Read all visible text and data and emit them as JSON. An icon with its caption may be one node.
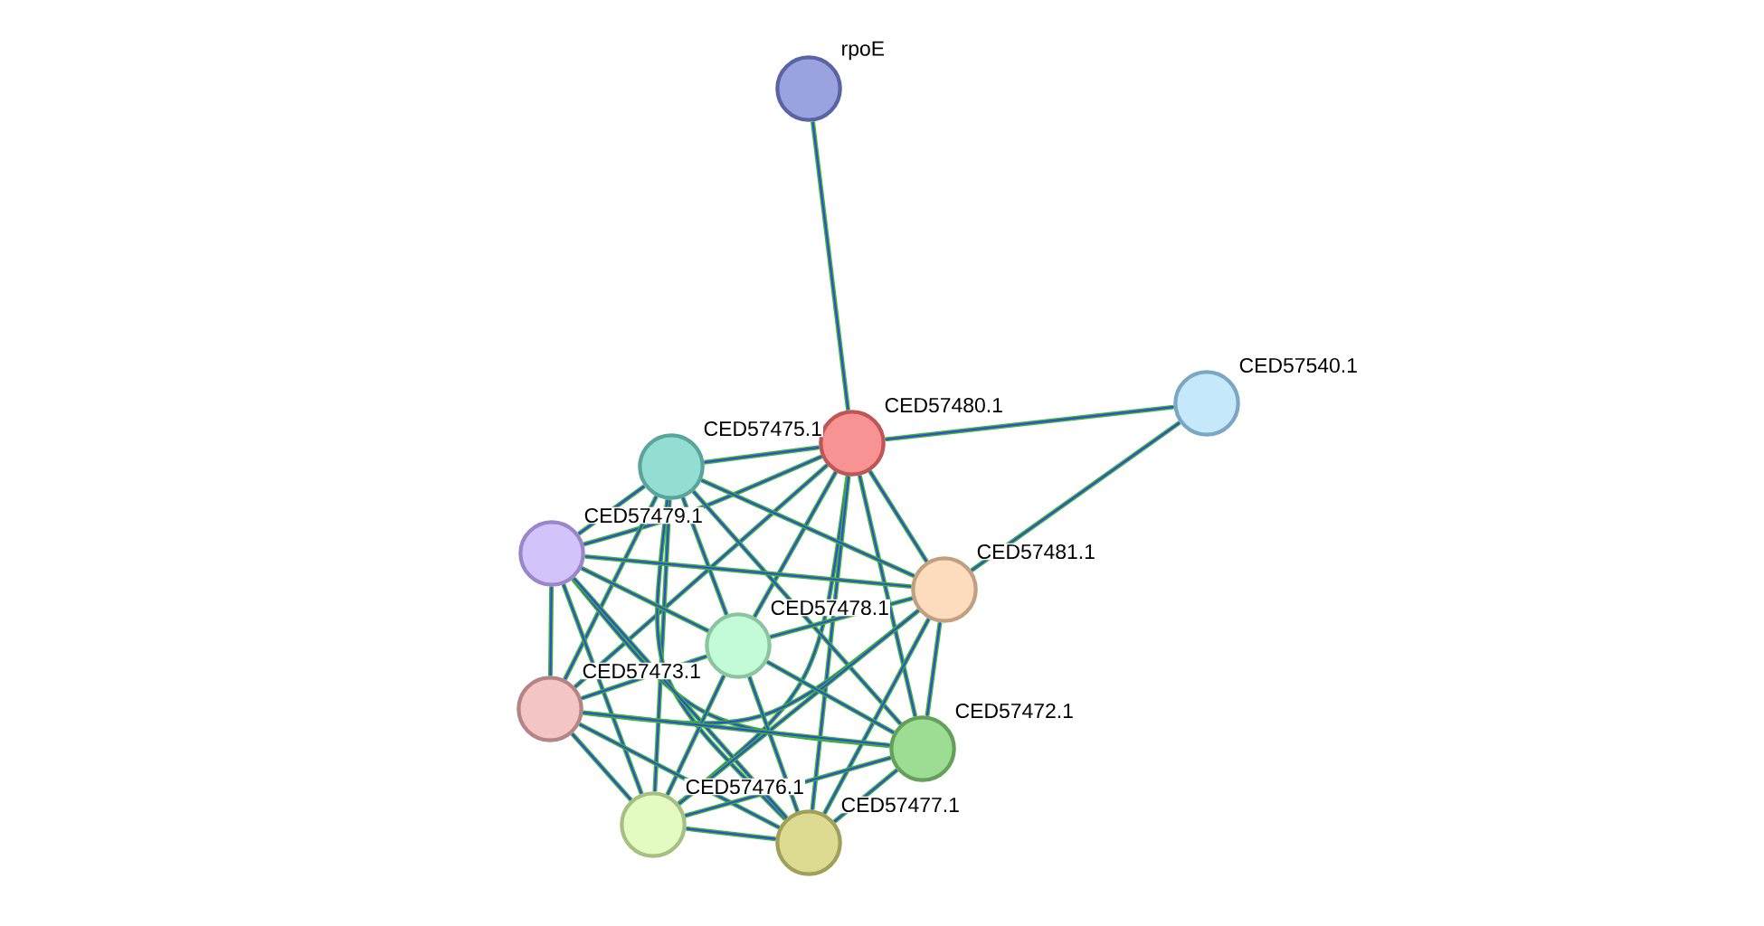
{
  "diagram": {
    "nodes": [
      {
        "text": [
          "rpoE"
        ]
      },
      {
        "text": [
          "CED57480.1"
        ]
      },
      {
        "text": [
          "CED57540.1"
        ]
      },
      {
        "text": [
          "CED57475.1"
        ]
      },
      {
        "text": [
          "CED57479.1"
        ]
      },
      {
        "text": [
          "CED57481.1"
        ]
      },
      {
        "text": [
          "CED57478.1"
        ]
      },
      {
        "text": [
          "CED57473.1"
        ]
      },
      {
        "text": [
          "CED57472.1"
        ]
      },
      {
        "text": [
          "CED57476.1"
        ]
      },
      {
        "text": [
          "CED57477.1"
        ]
      }
    ],
    "edges": [
      {
        "from": 0,
        "to": 1,
        "arrow": "none"
      },
      {
        "from": 1,
        "to": 2,
        "arrow": "none"
      },
      {
        "from": 2,
        "to": 5,
        "arrow": "none"
      },
      {
        "from": 1,
        "to": 3,
        "arrow": "none"
      },
      {
        "from": 1,
        "to": 4,
        "arrow": "none"
      },
      {
        "from": 1,
        "to": 5,
        "arrow": "none"
      },
      {
        "from": 1,
        "to": 6,
        "arrow": "none"
      },
      {
        "from": 1,
        "to": 7,
        "arrow": "none"
      },
      {
        "from": 1,
        "to": 8,
        "arrow": "none"
      },
      {
        "from": 1,
        "to": 9,
        "arrow": "none"
      },
      {
        "from": 1,
        "to": 10,
        "arrow": "none"
      },
      {
        "from": 3,
        "to": 4,
        "arrow": "none"
      },
      {
        "from": 3,
        "to": 5,
        "arrow": "none"
      },
      {
        "from": 3,
        "to": 6,
        "arrow": "none"
      },
      {
        "from": 3,
        "to": 7,
        "arrow": "none"
      },
      {
        "from": 3,
        "to": 8,
        "arrow": "none"
      },
      {
        "from": 3,
        "to": 9,
        "arrow": "none"
      },
      {
        "from": 3,
        "to": 10,
        "arrow": "none"
      },
      {
        "from": 4,
        "to": 5,
        "arrow": "none"
      },
      {
        "from": 4,
        "to": 6,
        "arrow": "none"
      },
      {
        "from": 4,
        "to": 7,
        "arrow": "none"
      },
      {
        "from": 4,
        "to": 8,
        "arrow": "none"
      },
      {
        "from": 4,
        "to": 9,
        "arrow": "none"
      },
      {
        "from": 4,
        "to": 10,
        "arrow": "none"
      },
      {
        "from": 5,
        "to": 6,
        "arrow": "none"
      },
      {
        "from": 5,
        "to": 7,
        "arrow": "none"
      },
      {
        "from": 5,
        "to": 8,
        "arrow": "none"
      },
      {
        "from": 5,
        "to": 9,
        "arrow": "none"
      },
      {
        "from": 5,
        "to": 10,
        "arrow": "none"
      },
      {
        "from": 6,
        "to": 7,
        "arrow": "none"
      },
      {
        "from": 6,
        "to": 8,
        "arrow": "none"
      },
      {
        "from": 6,
        "to": 9,
        "arrow": "none"
      },
      {
        "from": 6,
        "to": 10,
        "arrow": "none"
      },
      {
        "from": 7,
        "to": 8,
        "arrow": "none"
      },
      {
        "from": 7,
        "to": 9,
        "arrow": "none"
      },
      {
        "from": 7,
        "to": 10,
        "arrow": "none"
      },
      {
        "from": 8,
        "to": 9,
        "arrow": "none"
      },
      {
        "from": 8,
        "to": 10,
        "arrow": "none"
      },
      {
        "from": 9,
        "to": 10,
        "arrow": "none"
      }
    ]
  }
}
